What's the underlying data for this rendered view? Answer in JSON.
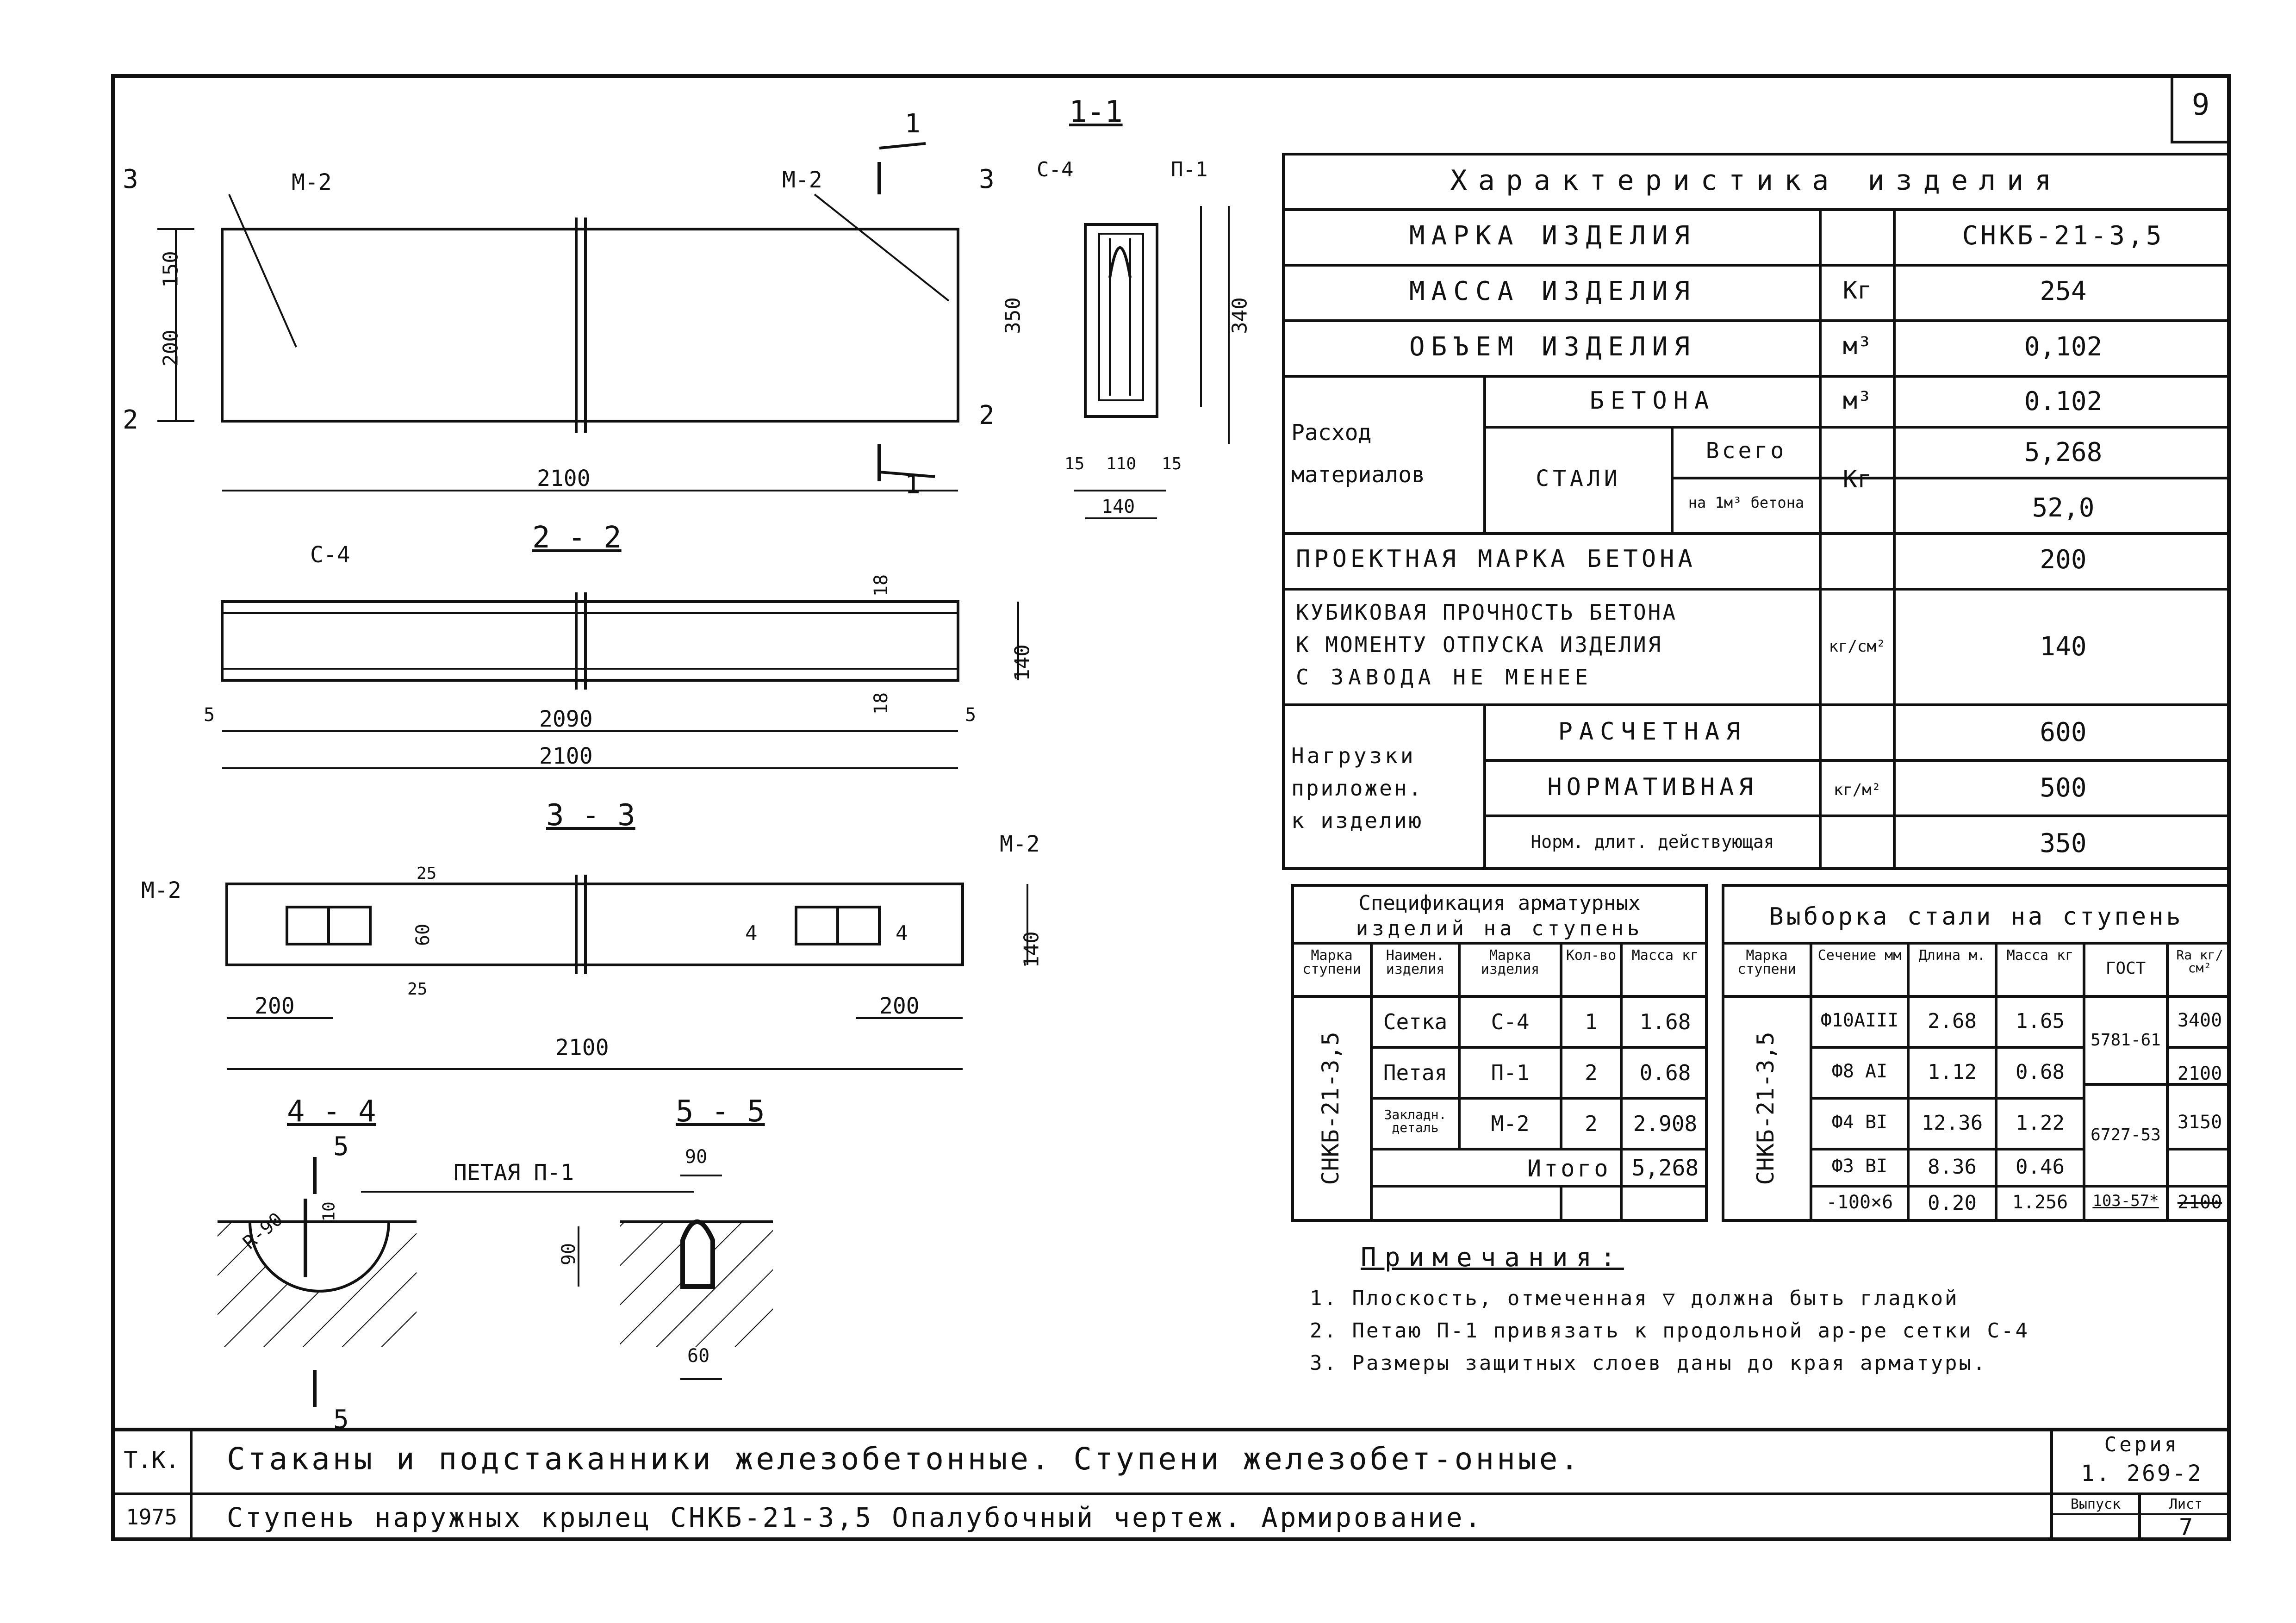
{
  "sheet_number": "9",
  "drawing": {
    "section_1_1": "1-1",
    "section_2_2": "2 - 2",
    "section_3_3": "3 - 3",
    "section_4_4": "4 - 4",
    "section_5_5": "5 - 5",
    "cut_1": "1",
    "cut_2": "2",
    "cut_3": "3",
    "cut_4": "4",
    "cut_5": "5",
    "m2": "М-2",
    "c4": "С-4",
    "p1": "П-1",
    "loop_label": "ПЕТАЯ  П-1",
    "dims": {
      "d150": "150",
      "d200": "200",
      "d2100": "2100",
      "d2090": "2090",
      "d350": "350",
      "d340": "340",
      "d5": "5",
      "d15": "15",
      "d110": "110",
      "d140": "140",
      "d10": "10",
      "d18": "18",
      "d25": "25",
      "d60": "60",
      "d90": "90",
      "r90": "R-90"
    }
  },
  "characteristics": {
    "title": "Характеристика   изделия",
    "rows": {
      "brand_label": "МАРКА  ИЗДЕЛИЯ",
      "brand_value": "СНКБ-21-3,5",
      "mass_label": "МАССА  ИЗДЕЛИЯ",
      "mass_unit": "Кг",
      "mass_value": "254",
      "volume_label": "ОБЪЕМ  ИЗДЕЛИЯ",
      "volume_unit": "м³",
      "volume_value": "0,102",
      "consumption_label": "Расход материалов",
      "concrete_label": "БЕТОНА",
      "concrete_unit": "м³",
      "concrete_value": "0.102",
      "steel_label": "СТАЛИ",
      "steel_total_label": "Всего",
      "steel_per_label": "на 1м³ бетона",
      "steel_unit": "Кг",
      "steel_total_value": "5,268",
      "steel_per_value": "52,0",
      "design_grade_label": "ПРОЕКТНАЯ МАРКА БЕТОНА",
      "design_grade_value": "200",
      "strength_label_1": "КУБИКОВАЯ ПРОЧНОСТЬ БЕТОНА",
      "strength_label_2": "К МОМЕНТУ ОТПУСКА ИЗДЕЛИЯ",
      "strength_label_3": "С ЗАВОДА НЕ МЕНЕЕ",
      "strength_unit": "кг/см²",
      "strength_value": "140",
      "loads_label_1": "Нагрузки",
      "loads_label_2": "приложен.",
      "loads_label_3": "к изделию",
      "load_calc_label": "РАСЧЕТНАЯ",
      "load_calc_value": "600",
      "load_norm_label": "НОРМАТИВНАЯ",
      "load_norm_value": "500",
      "load_long_label": "Норм. длит. действующая",
      "load_long_value": "350",
      "load_unit": "кг/м²"
    }
  },
  "spec_table": {
    "title_1": "Спецификация арматурных",
    "title_2": "изделий на ступень",
    "headers": [
      "Марка ступени",
      "Наимен. изделия",
      "Марка изделия",
      "Кол-во",
      "Масса кг"
    ],
    "brand": "СНКБ-21-3,5",
    "rows": [
      [
        "Сетка",
        "С-4",
        "1",
        "1.68"
      ],
      [
        "Петая",
        "П-1",
        "2",
        "0.68"
      ],
      [
        "Закладн. деталь",
        "М-2",
        "2",
        "2.908"
      ]
    ],
    "total_label": "Итого",
    "total_value": "5,268"
  },
  "steel_table": {
    "title": "Выборка стали на ступень",
    "headers": [
      "Марка ступени",
      "Сечение мм",
      "Длина м.",
      "Масса кг",
      "ГОСТ",
      "Rа кг/см²"
    ],
    "brand": "СНКБ-21-3,5",
    "rows": [
      [
        "Ф10АIII",
        "2.68",
        "1.65"
      ],
      [
        "Ф8 АI",
        "1.12",
        "0.68"
      ],
      [
        "Ф4 ВI",
        "12.36",
        "1.22"
      ],
      [
        "Ф3 ВI",
        "8.36",
        "0.46"
      ],
      [
        "-100×6",
        "0.20",
        "1.256"
      ]
    ],
    "gost": [
      "5781-61",
      "6727-53",
      "103-57*"
    ],
    "ra": [
      "3400",
      "2100",
      "3150",
      "2100"
    ]
  },
  "notes": {
    "title": "Примечания:",
    "items": [
      "1. Плоскость, отмеченная ▽ должна быть гладкой",
      "2. Петаю П-1 привязать к продольной ар-ре сетки С-4",
      "3. Размеры защитных слоев даны до края арматуры."
    ]
  },
  "title_block": {
    "tk": "Т.К.",
    "year": "1975",
    "line1": "Стаканы и подстаканники железобетонные. Ступени железобет-онные.",
    "line2": "Ступень наружных крылец СНКБ-21-3,5 Опалубочный чертеж. Армирование.",
    "series_label": "Серия",
    "series_value": "1. 269-2",
    "issue_label": "Выпуск",
    "sheet_label": "Лист",
    "sheet_value": "7"
  }
}
